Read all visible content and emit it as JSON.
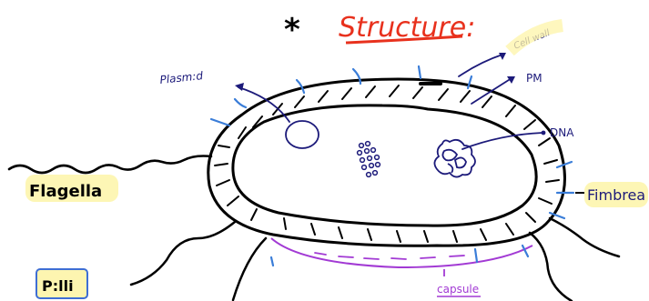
{
  "title": {
    "star": "*",
    "text": "Structure:"
  },
  "labels": {
    "plasmid": "Plasm:d",
    "cell_wall": "Cell wall",
    "pm": "PM",
    "dna": "DNA",
    "flagella": "Flagella",
    "fimbrea": "Fimbrea",
    "pilli": "P:lli",
    "capsule": "capsule"
  },
  "colors": {
    "ink": "#000000",
    "title_red": "#e8311d",
    "label_navy": "#1c1a7a",
    "fimbriae_blue": "#3a7dd8",
    "capsule_purple": "#a23ad4",
    "highlight_yellow": "#fdf4a8",
    "pilli_box": "#2a5fd0"
  }
}
